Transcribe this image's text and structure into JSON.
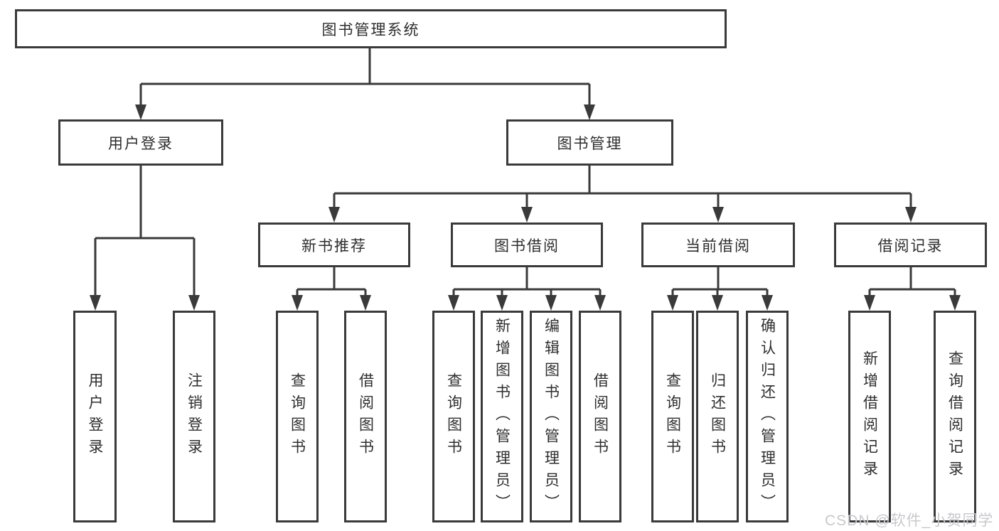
{
  "tree": {
    "label": "图书管理系统",
    "children": [
      {
        "label": "用户登录",
        "children": [
          {
            "label": "用户登录"
          },
          {
            "label": "注销登录"
          }
        ]
      },
      {
        "label": "图书管理",
        "children": [
          {
            "label": "新书推荐",
            "children": [
              {
                "label": "查询图书"
              },
              {
                "label": "借阅图书"
              }
            ]
          },
          {
            "label": "图书借阅",
            "children": [
              {
                "label": "查询图书"
              },
              {
                "label": "新增图书（管理员）"
              },
              {
                "label": "编辑图书（管理员）"
              },
              {
                "label": "借阅图书"
              }
            ]
          },
          {
            "label": "当前借阅",
            "children": [
              {
                "label": "查询图书"
              },
              {
                "label": "归还图书"
              },
              {
                "label": "确认归还（管理员）"
              }
            ]
          },
          {
            "label": "借阅记录",
            "children": [
              {
                "label": "新增借阅记录"
              },
              {
                "label": "查询借阅记录"
              }
            ]
          }
        ]
      }
    ]
  },
  "watermark": {
    "text": "CSDN @软件_小贺同学"
  },
  "colors": {
    "line": "#3a3a3a",
    "box_border": "#3a3a3a",
    "text": "#2e2e2e",
    "background": "#ffffff",
    "watermark": "#c9c9cd"
  }
}
